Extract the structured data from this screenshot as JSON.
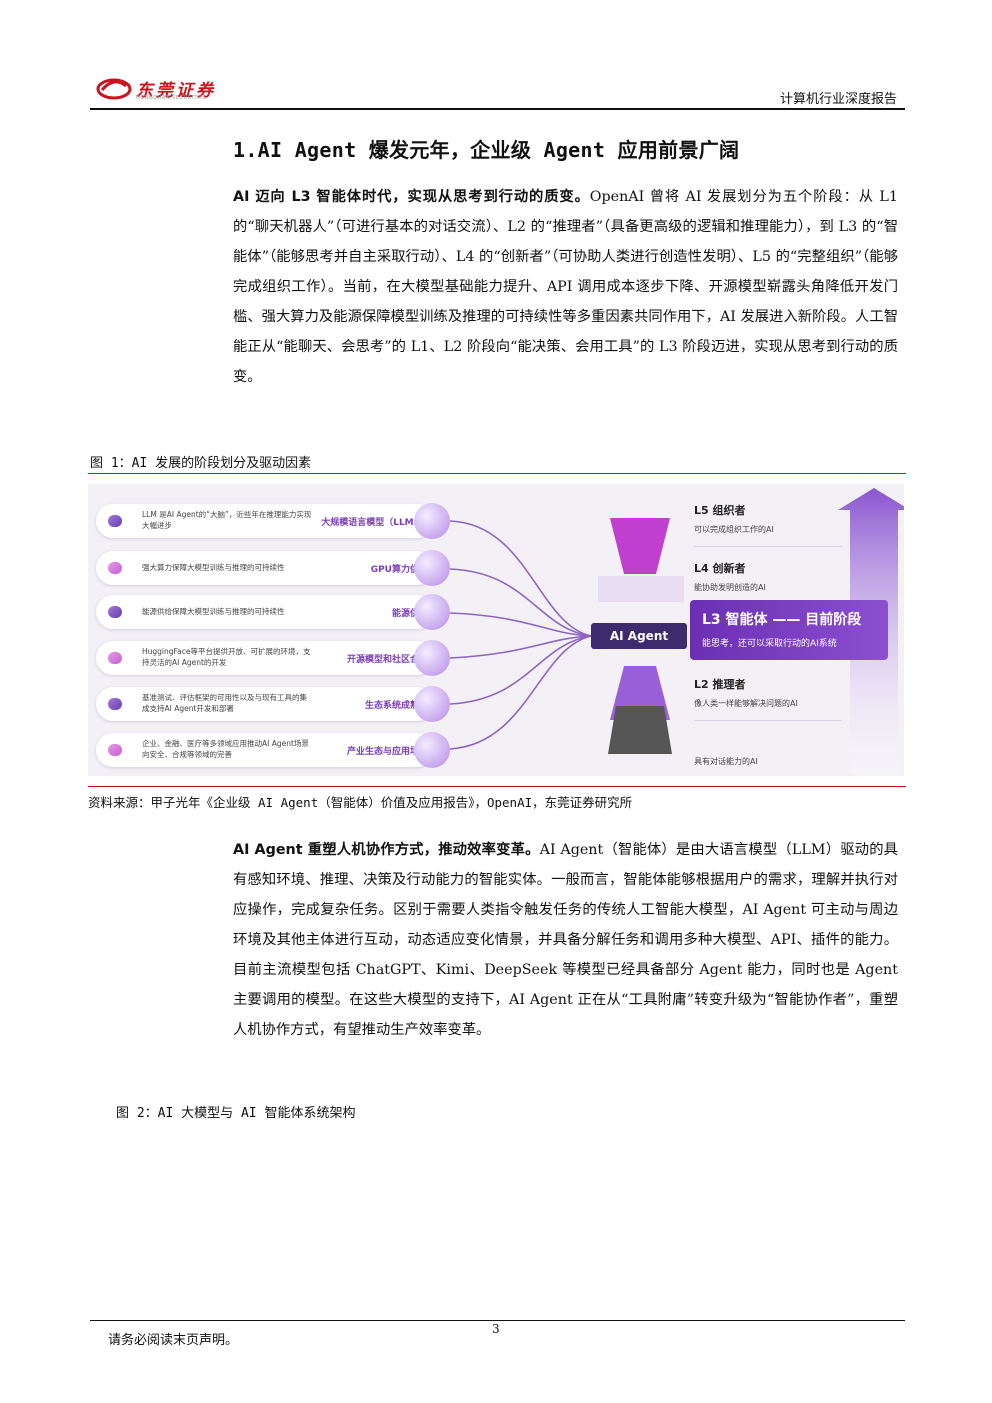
{
  "header": {
    "logo_text": "东莞证券",
    "logo_subtext": "DONGGUAN SECURITIES",
    "report_type": "计算机行业深度报告"
  },
  "section": {
    "title": "1.AI Agent 爆发元年，企业级 Agent 应用前景广阔"
  },
  "para1": {
    "lead": "AI 迈向 L3 智能体时代，实现从思考到行动的质变。",
    "body": "OpenAI 曾将 AI 发展划分为五个阶段：从 L1 的“聊天机器人”（可进行基本的对话交流）、L2 的“推理者”（具备更高级的逻辑和推理能力），到 L3 的“智能体”（能够思考并自主采取行动）、L4 的“创新者”（可协助人类进行创造性发明）、L5 的“完整组织”（能够完成组织工作）。当前，在大模型基础能力提升、API 调用成本逐步下降、开源模型崭露头角降低开发门槛、强大算力及能源保障模型训练及推理的可持续性等多重因素共同作用下，AI 发展进入新阶段。人工智能正从“能聊天、会思考”的 L1、L2 阶段向“能决策、会用工具”的 L3 阶段迈进，实现从思考到行动的质变。"
  },
  "figure1": {
    "caption": "图 1：AI 发展的阶段划分及驱动因素",
    "source": "资料来源：甲子光年《企业级 AI Agent（智能体）价值及应用报告》，OpenAI，东莞证券研究所",
    "center_label": "AI Agent",
    "drivers": [
      {
        "desc": "LLM 是AI Agent的“大脑”，近些年在推理能力实现大幅进步",
        "name": "大规模语言模型（LLMs）"
      },
      {
        "desc": "强大算力保障大模型训练与推理的可持续性",
        "name": "GPU算力供给"
      },
      {
        "desc": "能源供给保障大模型训练与推理的可持续性",
        "name": "能源供给"
      },
      {
        "desc": "HuggingFace等平台提供开放、可扩展的环境，支持灵活的AI Agent的开发",
        "name": "开源模型和社区合作"
      },
      {
        "desc": "基准测试、评估框架的可用性以及与现有工具的集成支持AI Agent开发和部署",
        "name": "生态系统成熟度"
      },
      {
        "desc": "企业、金融、医疗等多领域应用推动AI Agent场景向安全、合规等领域的完善",
        "name": "产业生态与应用场景"
      }
    ],
    "stages": {
      "l5": {
        "title": "L5 组织者",
        "desc": "可以完成组织工作的AI"
      },
      "l4": {
        "title": "L4 创新者",
        "desc": "能协助发明创造的AI"
      },
      "l3": {
        "title": "L3 智能体 —— 目前阶段",
        "desc": "能思考，还可以采取行动的AI系统"
      },
      "l2": {
        "title": "L2 推理者",
        "desc": "像人类一样能够解决问题的AI"
      },
      "l1": {
        "desc": "具有对话能力的AI"
      }
    }
  },
  "para2": {
    "lead": "AI Agent 重塑人机协作方式，推动效率变革。",
    "body": "AI Agent（智能体）是由大语言模型（LLM）驱动的具有感知环境、推理、决策及行动能力的智能实体。一般而言，智能体能够根据用户的需求，理解并执行对应操作，完成复杂任务。区别于需要人类指令触发任务的传统人工智能大模型，AI Agent 可主动与周边环境及其他主体进行互动，动态适应变化情景，并具备分解任务和调用多种大模型、API、插件的能力。目前主流模型包括 ChatGPT、Kimi、DeepSeek 等模型已经具备部分 Agent 能力，同时也是 Agent 主要调用的模型。在这些大模型的支持下，AI Agent 正在从“工具附庸”转变升级为“智能协作者”，重塑人机协作方式，有望推动生产效率变革。"
  },
  "figure2": {
    "caption": "图 2：AI 大模型与 AI 智能体系统架构"
  },
  "footer": {
    "page_number": "3",
    "note": "请务必阅读末页声明。"
  }
}
